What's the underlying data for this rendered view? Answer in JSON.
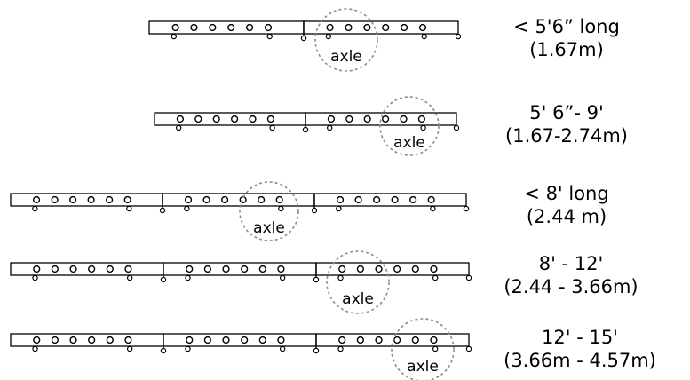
{
  "configurations": [
    {
      "length_label": "< 5'6” long",
      "metric_label": "(1.67m)",
      "segments": 2,
      "axle_label": "axle"
    },
    {
      "length_label": "5' 6”- 9'",
      "metric_label": "(1.67-2.74m)",
      "segments": 2,
      "axle_label": "axle"
    },
    {
      "length_label": "< 8' long",
      "metric_label": "(2.44 m)",
      "segments": 3,
      "axle_label": "axle"
    },
    {
      "length_label": "8' - 12'",
      "metric_label": "(2.44 - 3.66m)",
      "segments": 3,
      "axle_label": "axle"
    },
    {
      "length_label": "12' - 15'",
      "metric_label": "(3.66m - 4.57m)",
      "segments": 3,
      "axle_label": "axle"
    }
  ],
  "colors": {
    "axle_circle": "#8c8c8c",
    "outline": "#000000"
  }
}
